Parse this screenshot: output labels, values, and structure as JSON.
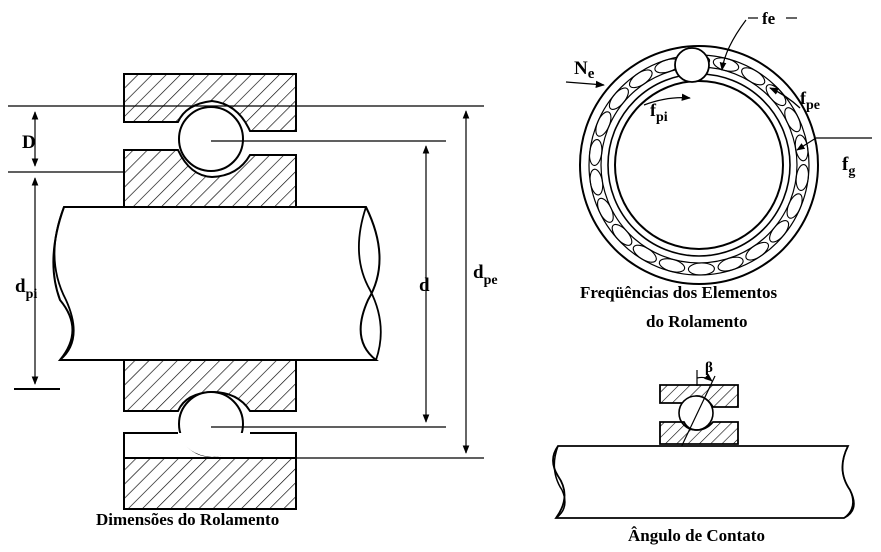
{
  "labels": {
    "D": "D",
    "d_pi_main": "d",
    "d_pi_sub": "pi",
    "d": "d",
    "d_pe_main": "d",
    "d_pe_sub": "pe",
    "Ne_main": "N",
    "Ne_sub": "e",
    "fe": "fe",
    "fpe_main": "f",
    "fpe_sub": "pe",
    "fpi_main": "f",
    "fpi_sub": "pi",
    "fg_main": "f",
    "fg_sub": "g",
    "beta": "β"
  },
  "captions": {
    "dimensions": "Dimensões do Rolamento",
    "frequencies_line1": "Freqüências dos Elementos",
    "frequencies_line2": "do Rolamento",
    "contact_angle": "Ângulo de Contato"
  }
}
